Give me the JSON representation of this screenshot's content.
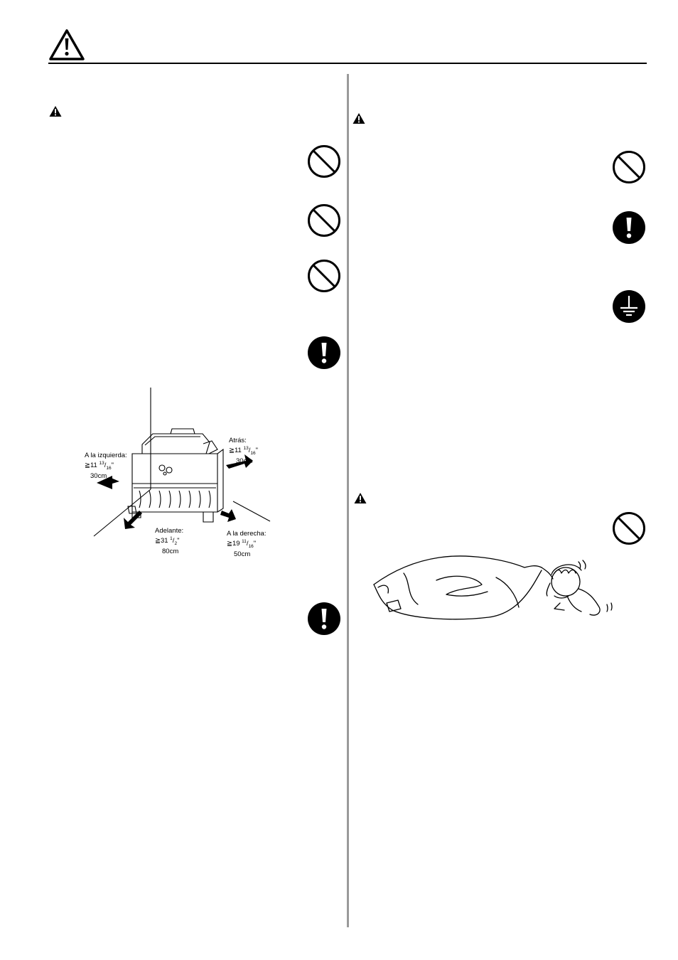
{
  "colors": {
    "ink": "#000000",
    "divider": "#9a9a9a",
    "page": "#ffffff"
  },
  "icons": {
    "header": "warning-triangle-icon",
    "prohibited": "prohibited-circle-icon",
    "mandatory": "exclamation-circle-icon",
    "ground": "ground-circle-icon"
  },
  "diagram": {
    "left": {
      "title": "A la izquierda:",
      "inch_whole": "≧11 ",
      "inch_num": "13",
      "inch_den": "16",
      "inch_unit": "\"",
      "cm": "30cm"
    },
    "back": {
      "title": "Atrás:",
      "inch_whole": "≧11 ",
      "inch_num": "13",
      "inch_den": "16",
      "inch_unit": "\"",
      "cm": "30cm"
    },
    "front": {
      "title": "Adelante:",
      "inch_whole": "≧31 ",
      "inch_num": "1",
      "inch_den": "2",
      "inch_unit": "\"",
      "cm": "80cm"
    },
    "right": {
      "title": "A la derecha:",
      "inch_whole": "≧19 ",
      "inch_num": "11",
      "inch_den": "16",
      "inch_unit": "\"",
      "cm": "50cm"
    }
  }
}
